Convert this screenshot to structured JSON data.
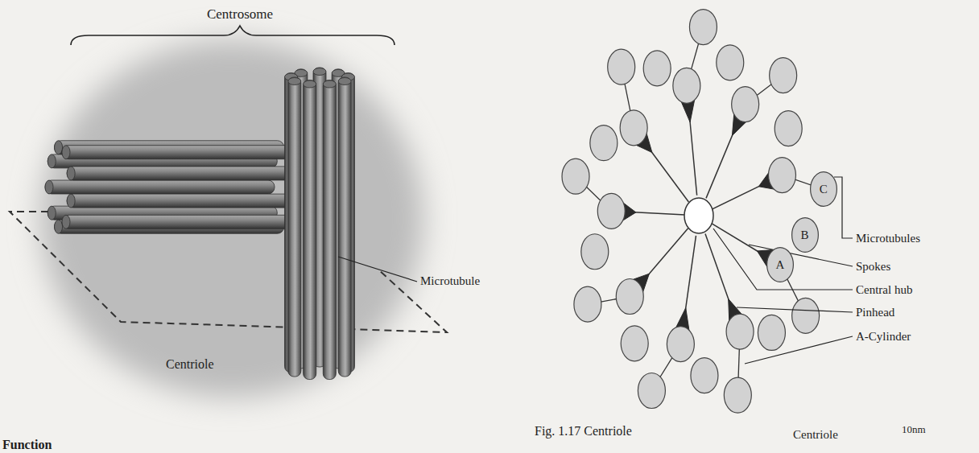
{
  "diagram": {
    "caption": "Fig. 1.17 Centriole",
    "nodes": [
      {
        "text": [
          "C"
        ]
      },
      {
        "text": [
          "B"
        ]
      },
      {
        "text": [
          "A"
        ]
      }
    ],
    "labels": [
      "Centrosome",
      "Microtubule",
      "Centriole",
      "Microtubules",
      "Spokes",
      "Central hub",
      "Pinhead",
      "A-Cylinder",
      "Centriole",
      "10nm",
      "Function"
    ]
  }
}
